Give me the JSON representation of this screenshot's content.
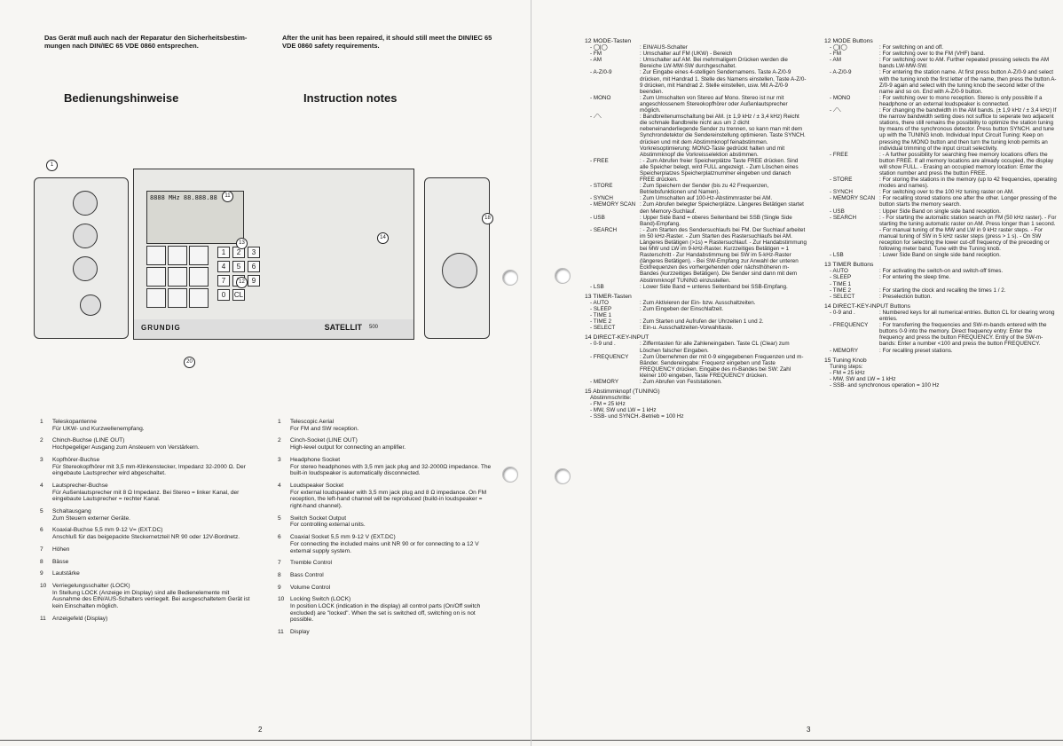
{
  "left": {
    "note_de": "Das Gerät muß auch nach der Reparatur den Sicherheitsbestim-mungen nach DIN/IEC 65 VDE 0860 entsprechen.",
    "note_en": "After the unit has been repaired, it should still meet the DIN/IEC 65 VDE 0860 safety requirements.",
    "heading_de": "Bedienungshinweise",
    "heading_en": "Instruction notes",
    "brand": "GRUNDIG",
    "model": "SATELLIT",
    "model_num": "500",
    "page_num": "2",
    "callouts": [
      "1",
      "11",
      "12",
      "13",
      "14",
      "18",
      "20"
    ],
    "numpad": [
      "1",
      "2",
      "3",
      "4",
      "5",
      "6",
      "7",
      "8",
      "9",
      "0",
      "CL"
    ],
    "items_de": [
      {
        "n": "1",
        "title": "Teleskopantenne",
        "text": "Für UKW- und Kurzwellenempfang."
      },
      {
        "n": "2",
        "title": "Chinch-Buchse (LINE OUT)",
        "text": "Hochpegeliger Ausgang zum Ansteuern von Verstärkern."
      },
      {
        "n": "3",
        "title": "Kopfhörer-Buchse",
        "text": "Für Stereokopfhörer mit 3,5 mm-Klinkenstecker, Impedanz 32-2000 Ω. Der eingebaute Lautsprecher wird abgeschaltet."
      },
      {
        "n": "4",
        "title": "Lautsprecher-Buchse",
        "text": "Für Außenlautsprecher mit 8 Ω Impedanz. Bei Stereo = linker Kanal, der eingebaute Lautsprecher = rechter Kanal."
      },
      {
        "n": "5",
        "title": "Schaltausgang",
        "text": "Zum Steuern externer Geräte."
      },
      {
        "n": "6",
        "title": "Koaxial-Buchse 5,5 mm 9-12 V= (EXT.DC)",
        "text": "Anschluß für das beigepackte Steckernetzteil NR 90 oder 12V-Bordnetz."
      },
      {
        "n": "7",
        "title": "Höhen",
        "text": ""
      },
      {
        "n": "8",
        "title": "Bässe",
        "text": ""
      },
      {
        "n": "9",
        "title": "Lautstärke",
        "text": ""
      },
      {
        "n": "10",
        "title": "Verriegelungsschalter (LOCK)",
        "text": "In Stellung LOCK (Anzeige im Display) sind alle Bedienelemente mit Ausnahme des EIN/AUS-Schalters verriegelt. Bei ausgeschaltetem Gerät ist kein Einschalten möglich."
      },
      {
        "n": "11",
        "title": "Anzeigefeld (Display)",
        "text": ""
      }
    ],
    "items_en": [
      {
        "n": "1",
        "title": "Telescopic Aerial",
        "text": "For FM and SW reception."
      },
      {
        "n": "2",
        "title": "Cinch-Socket (LINE OUT)",
        "text": "High-level output for connecting an amplifier."
      },
      {
        "n": "3",
        "title": "Headphone Socket",
        "text": "For stereo headphones with 3,5 mm jack plug and 32-2000Ω impedance. The built-in loudspeaker is automatically disconnected."
      },
      {
        "n": "4",
        "title": "Loudspeaker Socket",
        "text": "For external loudspeaker with 3,5 mm jack plug and 8 Ω impedance. On FM reception, the left-hand channel will be reproduced (build-in loudspeaker = right-hand channel)."
      },
      {
        "n": "5",
        "title": "Switch Socket Output",
        "text": "For controlling external units."
      },
      {
        "n": "6",
        "title": "Coaxial Socket 5,5 mm 9-12 V (EXT.DC)",
        "text": "For connecting the included mains unit NR 90 or for connecting to a 12 V external supply system."
      },
      {
        "n": "7",
        "title": "Tremble Control",
        "text": ""
      },
      {
        "n": "8",
        "title": "Bass Control",
        "text": ""
      },
      {
        "n": "9",
        "title": "Volume Control",
        "text": ""
      },
      {
        "n": "10",
        "title": "Locking Switch (LOCK)",
        "text": "In position LOCK (indication in the display) all control parts (On/Off switch excluded) are \"locked\". When the set is switched off, switching on is not possible."
      },
      {
        "n": "11",
        "title": "Display",
        "text": ""
      }
    ]
  },
  "right": {
    "page_num": "3",
    "de": {
      "s12": "12 MODE-Tasten",
      "modes": [
        {
          "k": "- ◯|◯",
          "v": ": EIN/AUS-Schalter"
        },
        {
          "k": "- FM",
          "v": ": Umschalter auf FM (UKW) - Bereich"
        },
        {
          "k": "- AM",
          "v": ": Umschalter auf AM. Bei mehrmaligem Drücken werden die Bereiche LW-MW-SW durchgeschaltet."
        },
        {
          "k": "- A-Z/0-9",
          "v": ": Zur Eingabe eines 4-stelligen Sendernamens. Taste A-Z/0-9 drücken, mit Handrad 1. Stelle des Namens einstellen, Taste A-Z/0-9 drücken, mit Handrad 2. Stelle einstellen, usw. Mit A-Z/0-9 beenden."
        },
        {
          "k": "- MONO",
          "v": ": Zum Umschalten von Stereo auf Mono. Stereo ist nur mit angeschlossenem Stereokopfhörer oder Außenlautsprecher möglich."
        },
        {
          "k": "- ⟋⟍",
          "v": ": Bandbreitenumschaltung bei AM. (± 1,9 kHz / ± 3,4 kHz) Reicht die schmale Bandbreite nicht aus um 2 dicht nebeneinanderliegende Sender zu trennen, so kann man mit dem Synchrondetektor die Sendereinstellung optimieren. Taste SYNCH. drücken und mit dem Abstimmknopf feinabstimmen. Vorkreisoptimierung: MONO-Taste gedrückt halten und mit Abstimmknopf die Vorkreisselektion abstimmen."
        },
        {
          "k": "- FREE",
          "v": ": - Zum Abrufen freier Speicherplätze Taste FREE drücken. Sind alle Speicher belegt, wird FULL angezeigt. - Zum Löschen eines Speicherplatzes Speicherplatznummer eingeben und danach FREE drücken."
        },
        {
          "k": "- STORE",
          "v": ": Zum Speichern der Sender (bis zu 42 Frequenzen, Betriebsfunktionen und Namen)."
        },
        {
          "k": "- SYNCH",
          "v": ": Zum Umschalten auf 100-Hz-Abstimmraster bei AM."
        },
        {
          "k": "- MEMORY SCAN",
          "v": ": Zum Abrufen belegter Speicherplätze. Längeres Betätigen startet den Memory-Suchlauf."
        },
        {
          "k": "- USB",
          "v": ": Upper Side Band = oberes Seitenband bei SSB (Single Side Band)-Empfang."
        },
        {
          "k": "- SEARCH",
          "v": ": - Zum Starten des Sendersuchlaufs bei FM. Der Suchlauf arbeitet im 50 kHz-Raster. - Zum Starten des Rastersuchlaufs bei AM. Längeres Betätigen (>1s) = Rastersuchlauf. - Zur Handabstimmung bei MW und LW im 9-kHz-Raster. Kurzzeitiges Betätigen = 1 Rasterschritt - Zur Handabstimmung bei SW im 5-kHz-Raster (längeres Betätigen). - Bei SW-Empfang zur Anwahl der unteren Eckfrequenzen des vorhergehenden oder nächsthöheren m-Bandes (kurzzeitiges Betätigen). Die Sender sind dann mit dem Abstimmknopf TUNING einzustellen."
        },
        {
          "k": "- LSB",
          "v": ": Lower Side Band = unteres Seitenband bei SSB-Empfang."
        }
      ],
      "s13": "13 TIMER-Tasten",
      "timer": [
        {
          "k": "- AUTO",
          "v": ": Zum Aktivieren der Ein- bzw. Ausschaltzeiten."
        },
        {
          "k": "- SLEEP",
          "v": ": Zum Eingeben der Einschlafzeit."
        },
        {
          "k": "- TIME 1",
          "v": ""
        },
        {
          "k": "- TIME 2",
          "v": ": Zum Starten und Aufrufen der Uhrzeiten 1 und 2."
        },
        {
          "k": "- SELECT",
          "v": ": Ein-u. Ausschaltzeiten-Vorwahltaste."
        }
      ],
      "s14": "14 DIRECT-KEY-INPUT",
      "direct": [
        {
          "k": "- 0-9 und .",
          "v": ": Zifferntasten für alle Zahleneingaben. Taste CL (Clear) zum Löschen falscher Eingaben."
        },
        {
          "k": "- FREQUENCY",
          "v": ": Zum Übernehmen der mit 0-9 eingegebenen Frequenzen und m-Bänder. Sendereingabe: Frequenz eingeben und Taste FREQUENCY drücken. Eingabe des m-Bandes bei SW: Zahl kleiner 100 eingeben, Taste FREQUENCY drücken."
        },
        {
          "k": "- MEMORY",
          "v": ": Zum Abrufen von Feststationen."
        }
      ],
      "s15": "15 Abstimmknopf (TUNING)",
      "tuning_label": "Abstimmschritte:",
      "tuning": [
        "- FM = 25 kHz",
        "- MW, SW und LW = 1 kHz",
        "- SSB- und SYNCH.-Betrieb = 100 Hz"
      ]
    },
    "en": {
      "s12": "12 MODE Buttons",
      "modes": [
        {
          "k": "- ◯|◯",
          "v": ": For switching on and off."
        },
        {
          "k": "- FM",
          "v": ": For switching over to the FM (VHF) band."
        },
        {
          "k": "- AM",
          "v": ": For switching over to AM. Further repeated pressing selects the AM bands LW-MW-SW."
        },
        {
          "k": "- A-Z/0-9",
          "v": ": For entering the station name. At first press button A-Z/0-9 and select with the tuning knob the first letter of the name, then press the button A-Z/0-9 again and select with the tuning knob the second letter of the name and so on. End with A-Z/0-9 button."
        },
        {
          "k": "- MONO",
          "v": ": For switching over to mono reception. Stereo is only possible if a headphone or an external loudspeaker is connected."
        },
        {
          "k": "- ⟋⟍",
          "v": ": For changing the bandwidth in the AM bands. (± 1,9 kHz / ± 3,4 kHz) If the narrow bandwidth setting does not suffice to seperate two adjacent stations, there still remains the possibility to optimize the station tuning by means of the synchronous detector. Press button SYNCH. and tune up with the TUNING knob. Individual Input Circuit Tuning: Keep on pressing the MONO button and then turn the tuning knob permits an individual trimming of the input circuit selectivity."
        },
        {
          "k": "- FREE",
          "v": ": - A further possibility for searching free memory locations offers the button FREE. If all memory locations are already occupied, the display will show FULL. - Erasing an occupied memory location: Enter the station number and press the button FREE."
        },
        {
          "k": "- STORE",
          "v": ": For storing the stations in the memory (up to 42 frequencies, operating modes and names)."
        },
        {
          "k": "- SYNCH",
          "v": ": For switching over to the 100 Hz tuning raster on AM."
        },
        {
          "k": "- MEMORY SCAN",
          "v": ": For recalling stored stations one after the other. Longer pressing of the button starts the memory search."
        },
        {
          "k": "- USB",
          "v": ": Upper Side Band on single side band reception."
        },
        {
          "k": "- SEARCH",
          "v": ": - For starting the automatic station search on FM (50 kHz raster). - For starting the tuning automatic raster on AM. Press longer than 1 second. - For manual tuning of the MW and LW in 9 kHz raster steps. - For manual tuning of SW in 5 kHz raster steps (press > 1 s). - On SW reception for selecting the lower cut-off frequency of the preceding or following meter band. Tune with the Tuning knob."
        },
        {
          "k": "- LSB",
          "v": ": Lower Side Band on single side band reception."
        }
      ],
      "s13": "13 TIMER Buttons",
      "timer": [
        {
          "k": "- AUTO",
          "v": ": For activating the switch-on and switch-off times."
        },
        {
          "k": "- SLEEP",
          "v": ": For entering the sleep time."
        },
        {
          "k": "- TIME 1",
          "v": ""
        },
        {
          "k": "- TIME 2",
          "v": ": For starting the clock and recalling the times 1 / 2."
        },
        {
          "k": "- SELECT",
          "v": ": Preselection button."
        }
      ],
      "s14": "14 DIRECT-KEY-INPUT Buttons",
      "direct": [
        {
          "k": "- 0-9 and .",
          "v": ": Numbered keys for all numerical entries. Button CL for clearing wrong entries."
        },
        {
          "k": "- FREQUENCY",
          "v": ": For transferring the frequencies and SW-m-bands entered with the buttons 0-9 into the memory. Direct frequency entry: Enter the frequency and press the button FREQUENCY. Entry of the SW-m-bands: Enter a number <100 and press the button FREQUENCY."
        },
        {
          "k": "- MEMORY",
          "v": ": For recalling preset stations."
        }
      ],
      "s15": "15 Tuning Knob",
      "tuning_label": "Tuning steps:",
      "tuning": [
        "- FM = 25 kHz",
        "- MW, SW and LW = 1 kHz",
        "- SSB- and synchronous operation = 100 Hz"
      ]
    }
  }
}
